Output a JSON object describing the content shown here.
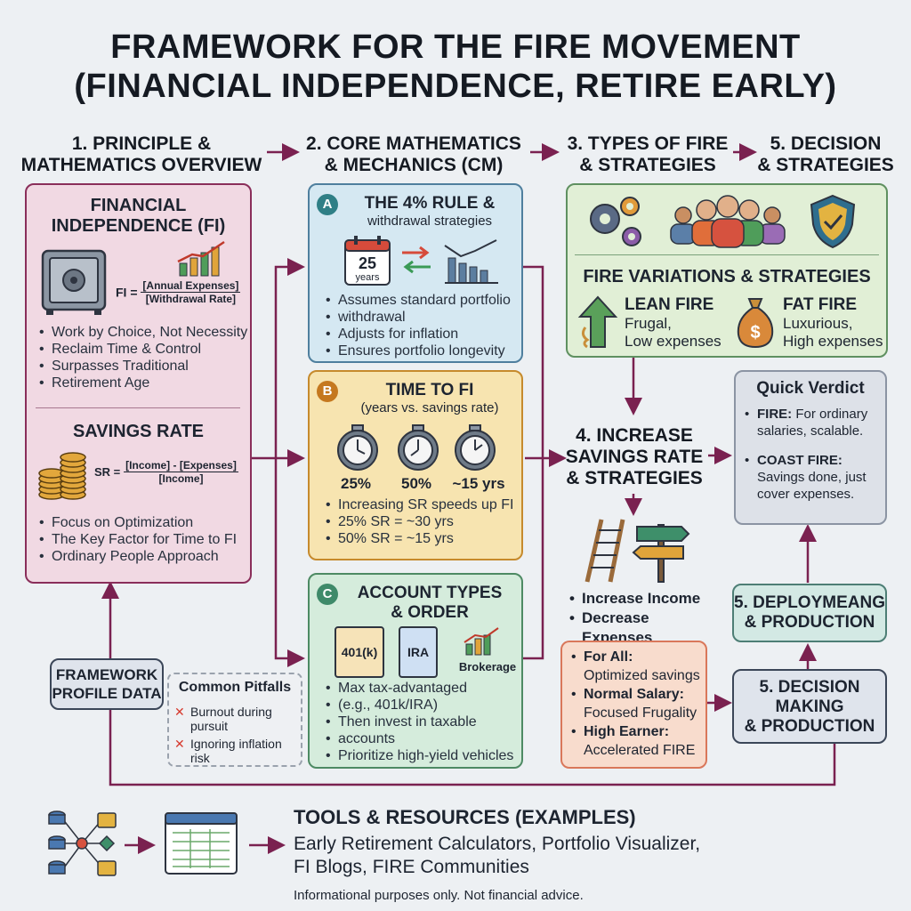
{
  "title": {
    "line1": "FRAMEWORK FOR THE FIRE MOVEMENT",
    "line2": "(FINANCIAL INDEPENDENCE, RETIRE EARLY)"
  },
  "columns": {
    "col1": {
      "line1": "1. PRINCIPLE &",
      "line2": "MATHEMATICS OVERVIEW"
    },
    "col2": {
      "line1": "2. CORE MATHEMATICS",
      "line2": "& MECHANICS (CM)"
    },
    "col3": {
      "line1": "3. TYPES OF FIRE",
      "line2": "& STRATEGIES"
    },
    "col4": {
      "line1": "5. DECISION",
      "line2": "& STRATEGIES"
    }
  },
  "fi_box": {
    "title1": "FINANCIAL",
    "title2": "INDEPENDENCE (FI)",
    "formula_lhs": "FI =",
    "formula_num": "[Annual Expenses]",
    "formula_den": "[Withdrawal Rate]",
    "bullets": [
      "Work by Choice, Not Necessity",
      "Reclaim Time & Control",
      "Surpasses Traditional",
      "Retirement Age"
    ],
    "savings_title": "SAVINGS RATE",
    "sr_lhs": "SR =",
    "sr_num": "[Income] - [Expenses]",
    "sr_den": "[Income]",
    "sr_bullets": [
      "Focus on Optimization",
      "The Key Factor for Time to FI",
      "Ordinary People Approach"
    ]
  },
  "box_a": {
    "badge": "A",
    "title": "THE 4% RULE &",
    "subtitle": "withdrawal strategies",
    "calendar_num": "25",
    "calendar_unit": "years",
    "bullets": [
      "Assumes standard portfolio",
      "withdrawal",
      "Adjusts for inflation",
      "Ensures portfolio longevity"
    ]
  },
  "box_b": {
    "badge": "B",
    "title": "TIME TO FI",
    "subtitle": "(years vs. savings rate)",
    "clock_labels": [
      "25%",
      "50%",
      "~15 yrs"
    ],
    "bullets": [
      "Increasing SR speeds up FI",
      "25% SR = ~30 yrs",
      "50% SR = ~15 yrs"
    ]
  },
  "box_c": {
    "badge": "C",
    "title1": "ACCOUNT TYPES",
    "title2": "& ORDER",
    "doc1": "401(k)",
    "doc2": "IRA",
    "brokerage": "Brokerage",
    "bullets": [
      "Max tax-advantaged",
      "(e.g., 401k/IRA)",
      "Then invest in taxable",
      "accounts",
      "Prioritize high-yield vehicles"
    ]
  },
  "variations": {
    "title": "FIRE VARIATIONS & STRATEGIES",
    "lean_title": "LEAN FIRE",
    "lean_desc1": "Frugal,",
    "lean_desc2": "Low expenses",
    "fat_title": "FAT FIRE",
    "fat_desc1": "Luxurious,",
    "fat_desc2": "High expenses"
  },
  "increase": {
    "line1": "4. INCREASE",
    "line2": "SAVINGS RATE",
    "line3": "& STRATEGIES",
    "bullets": [
      "Increase Income",
      "Decrease Expenses"
    ]
  },
  "for_all": {
    "items": [
      {
        "label": "For All:",
        "desc": "Optimized savings"
      },
      {
        "label": "Normal Salary:",
        "desc": "Focused Frugality"
      },
      {
        "label": "High Earner:",
        "desc": "Accelerated FIRE"
      }
    ]
  },
  "verdict": {
    "title": "Quick Verdict",
    "item1_label": "FIRE:",
    "item1_text1": "For ordinary",
    "item1_text2": "salaries, scalable.",
    "item2_label": "COAST FIRE:",
    "item2_text1": "Savings done, just",
    "item2_text2": "cover expenses."
  },
  "deploy": {
    "line1": "5. DEPLOYMEANG",
    "line2": "& PRODUCTION"
  },
  "decision": {
    "line1": "5. DECISION",
    "line2": "MAKING",
    "line3": "& PRODUCTION"
  },
  "profile": {
    "line1": "FRAMEWORK",
    "line2": "PROFILE DATA"
  },
  "pitfalls": {
    "title": "Common Pitfalls",
    "items": [
      {
        "l1": "Burnout during",
        "l2": "pursuit"
      },
      {
        "l1": "Ignoring inflation",
        "l2": "risk"
      }
    ]
  },
  "tools": {
    "title": "TOOLS & RESOURCES (EXAMPLES)",
    "line1": "Early Retirement Calculators, Portfolio Visualizer,",
    "line2": "FI Blogs, FIRE Communities",
    "disclaimer": "Informational purposes only. Not financial advice."
  },
  "colors": {
    "arrow": "#7a2150",
    "pink_border": "#8a2e5a",
    "blue_badge": "#2f7f86",
    "yellow_badge": "#c5781f",
    "green_badge": "#3f8a6a"
  }
}
